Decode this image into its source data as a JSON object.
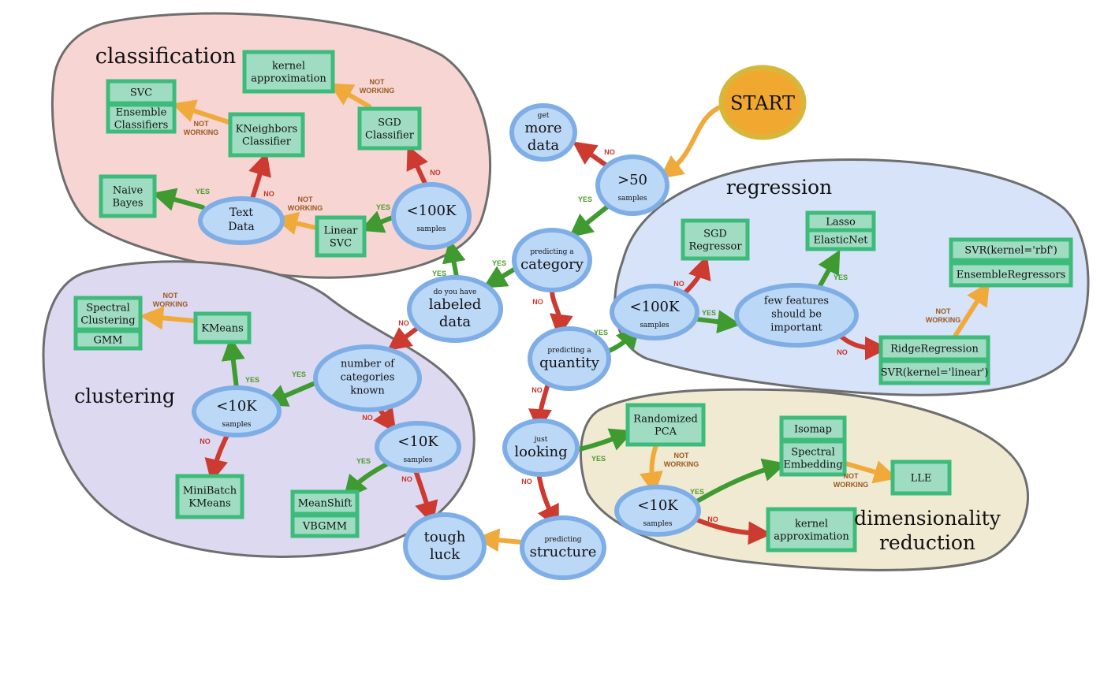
{
  "regions": {
    "classification": "classification",
    "regression": "regression",
    "clustering": "clustering",
    "dimensionality_reduction": [
      "dimensionality",
      "reduction"
    ]
  },
  "decisions": {
    "start": "START",
    "get_more_data": {
      "small": "get",
      "big": [
        "more",
        "data"
      ]
    },
    "gt50": {
      "big": ">50",
      "small": "samples"
    },
    "predicting_category": {
      "small": "predicting a",
      "big": "category"
    },
    "labeled_data": {
      "small": "do you have",
      "big": [
        "labeled",
        "data"
      ]
    },
    "predicting_quantity": {
      "small": "predicting a",
      "big": "quantity"
    },
    "just_looking": {
      "small": "just",
      "big": "looking"
    },
    "predicting_structure": {
      "small": "predicting",
      "big": "structure"
    },
    "tough_luck": {
      "big": [
        "tough",
        "luck"
      ]
    },
    "cls_lt100k": {
      "big": "<100K",
      "small": "samples"
    },
    "text_data": {
      "big": [
        "Text",
        "Data"
      ]
    },
    "reg_lt100k": {
      "big": "<100K",
      "small": "samples"
    },
    "few_features": {
      "big": [
        "few features",
        "should be",
        "important"
      ]
    },
    "num_categories": {
      "big": [
        "number of",
        "categories",
        "known"
      ]
    },
    "clu_lt10k_a": {
      "big": "<10K",
      "small": "samples"
    },
    "clu_lt10k_b": {
      "big": "<10K",
      "small": "samples"
    },
    "dim_lt10k": {
      "big": "<10K",
      "small": "samples"
    }
  },
  "estimators": {
    "cls_kernel_approx": [
      "kernel",
      "approximation"
    ],
    "svc": [
      "SVC"
    ],
    "ensemble_classifiers": [
      "Ensemble",
      "Classifiers"
    ],
    "kneighbors": [
      "KNeighbors",
      "Classifier"
    ],
    "sgd_classifier": [
      "SGD",
      "Classifier"
    ],
    "naive_bayes": [
      "Naive",
      "Bayes"
    ],
    "linear_svc": [
      "Linear",
      "SVC"
    ],
    "sgd_regressor": [
      "SGD",
      "Regressor"
    ],
    "lasso": [
      "Lasso"
    ],
    "elasticnet": [
      "ElasticNet"
    ],
    "svr_rbf": [
      "SVR(kernel='rbf')"
    ],
    "ensemble_regressors": [
      "EnsembleRegressors"
    ],
    "ridge": [
      "RidgeRegression"
    ],
    "svr_linear": [
      "SVR(kernel='linear')"
    ],
    "spectral_clustering": [
      "Spectral",
      "Clustering"
    ],
    "gmm": [
      "GMM"
    ],
    "kmeans": [
      "KMeans"
    ],
    "minibatch_kmeans": [
      "MiniBatch",
      "KMeans"
    ],
    "meanshift": [
      "MeanShift"
    ],
    "vbgmm": [
      "VBGMM"
    ],
    "randomized_pca": [
      "Randomized",
      "PCA"
    ],
    "isomap": [
      "Isomap"
    ],
    "spectral_embedding": [
      "Spectral",
      "Embedding"
    ],
    "lle": [
      "LLE"
    ],
    "dim_kernel_approx": [
      "kernel",
      "approximation"
    ]
  },
  "edge_labels": {
    "yes": "YES",
    "no": "NO",
    "not_working": [
      "NOT",
      "WORKING"
    ]
  },
  "colors": {
    "classification_fill": "#f7d5d3",
    "regression_fill": "#d6e3f8",
    "clustering_fill": "#dcd9f1",
    "dimred_fill": "#f0ead3",
    "region_stroke": "#6e6e6e",
    "decision_fill": "#bcd8f7",
    "decision_stroke": "#7faee6",
    "estimator_fill": "#9fdcc2",
    "estimator_stroke": "#3dbb7a",
    "start_fill": "#f1a830",
    "start_stroke": "#d7b63a",
    "yes_arrow": "#3f9a2f",
    "no_arrow": "#cc3a30",
    "not_working_arrow": "#f0aa3c",
    "yes_text": "#4d9a2a",
    "no_text": "#c8352b",
    "not_working_text": "#9a5a20"
  }
}
